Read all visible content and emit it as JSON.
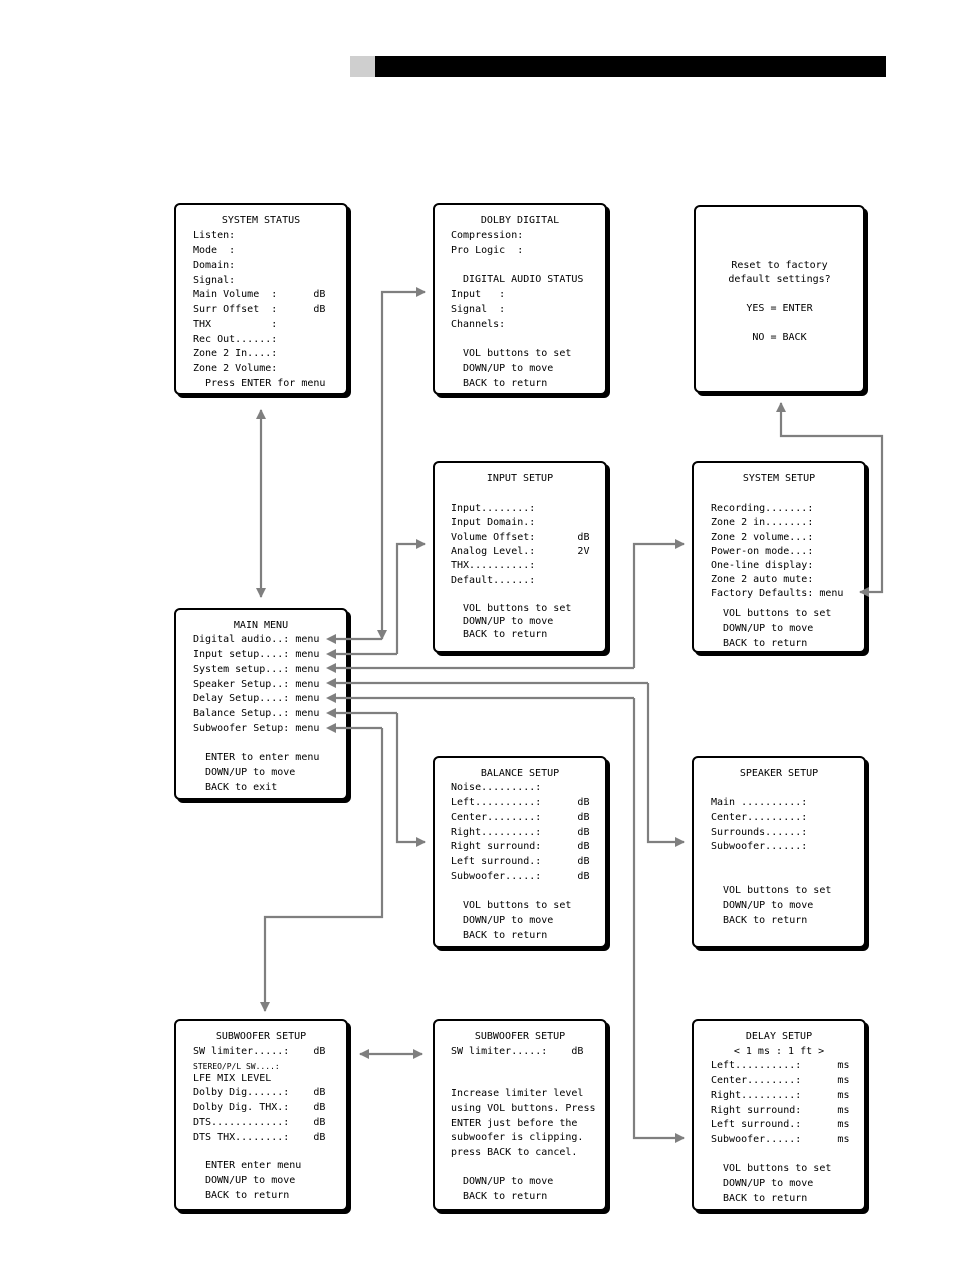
{
  "boxes": {
    "system_status": {
      "title": "SYSTEM STATUS",
      "lines": [
        "Listen:",
        "Mode  :",
        "Domain:",
        "Signal:",
        "Main Volume  :      dB",
        "Surr Offset  :      dB",
        "THX          :",
        "Rec Out......:",
        "Zone 2 In....:",
        "Zone 2 Volume:"
      ],
      "footer": "Press ENTER for menu"
    },
    "dolby_digital": {
      "title": "DOLBY DIGITAL",
      "lines": [
        "Compression:",
        "Pro Logic  :"
      ],
      "subtitle": "DIGITAL AUDIO STATUS",
      "lines2": [
        "Input   :",
        "Signal  :",
        "Channels:"
      ],
      "footer": [
        "VOL buttons to set",
        "DOWN/UP to move",
        "BACK to return"
      ]
    },
    "factory_reset": {
      "lines": [
        "Reset to factory",
        "default settings?",
        "",
        "YES = ENTER",
        "",
        "NO = BACK"
      ]
    },
    "input_setup": {
      "title": "INPUT SETUP",
      "lines": [
        "Input........:",
        "Input Domain.:",
        "Volume Offset:       dB",
        "Analog Level.:       2V",
        "THX..........:",
        "Default......:"
      ],
      "footer": [
        "VOL buttons to set",
        "DOWN/UP to move",
        "BACK to return"
      ]
    },
    "system_setup": {
      "title": "SYSTEM SETUP",
      "lines": [
        "Recording.......:",
        "Zone 2 in.......:",
        "Zone 2 volume...:",
        "Power-on mode...:",
        "One-line display:",
        "Zone 2 auto mute:",
        "Factory Defaults: menu"
      ],
      "footer": [
        "VOL buttons to set",
        "DOWN/UP to move",
        "BACK to return"
      ]
    },
    "main_menu": {
      "title": "MAIN MENU",
      "lines": [
        "Digital audio..: menu",
        "Input setup....: menu",
        "System setup...: menu",
        "Speaker Setup..: menu",
        "Delay Setup....: menu",
        "Balance Setup..: menu",
        "Subwoofer Setup: menu"
      ],
      "footer": [
        "ENTER to enter menu",
        "DOWN/UP to move",
        "BACK to exit"
      ]
    },
    "balance_setup": {
      "title": "BALANCE SETUP",
      "lines": [
        "Noise.........:",
        "Left..........:      dB",
        "Center........:      dB",
        "Right.........:      dB",
        "Right surround:      dB",
        "Left surround.:      dB",
        "Subwoofer.....:      dB"
      ],
      "footer": [
        "VOL buttons to set",
        "DOWN/UP to move",
        "BACK to return"
      ]
    },
    "speaker_setup": {
      "title": "SPEAKER SETUP",
      "lines": [
        "Main ..........:",
        "Center.........:",
        "Surrounds......:",
        "Subwoofer......:"
      ],
      "footer": [
        "VOL buttons to set",
        "DOWN/UP to move",
        "BACK to return"
      ]
    },
    "subwoofer_setup_1": {
      "title": "SUBWOOFER SETUP",
      "line1": "SW limiter.....:    dB",
      "line2": "STEREO/P/L SW....:",
      "lines": [
        "LFE MIX LEVEL",
        "Dolby Dig......:    dB",
        "Dolby Dig. THX.:    dB",
        "DTS............:    dB",
        "DTS THX........:    dB"
      ],
      "footer": [
        "ENTER enter menu",
        "DOWN/UP to move",
        "BACK to return"
      ]
    },
    "subwoofer_setup_2": {
      "title": "SUBWOOFER SETUP",
      "line1": "SW limiter.....:    dB",
      "lines": [
        "Increase limiter level",
        "using VOL buttons. Press",
        "ENTER just before the",
        "subwoofer is clipping.",
        "press BACK to cancel."
      ],
      "footer": [
        "DOWN/UP to move",
        "BACK to return"
      ]
    },
    "delay_setup": {
      "title": "DELAY SETUP",
      "subtitle": "< 1 ms : 1 ft >",
      "lines": [
        "Left..........:      ms",
        "Center........:      ms",
        "Right.........:      ms",
        "Right surround:      ms",
        "Left surround.:      ms",
        "Subwoofer.....:      ms"
      ],
      "footer": [
        "VOL buttons to set",
        "DOWN/UP to move",
        "BACK to return"
      ]
    }
  },
  "colors": {
    "connector": "#7f7f7f",
    "header_bar": "#000000",
    "header_tab": "#cfcfcf"
  }
}
